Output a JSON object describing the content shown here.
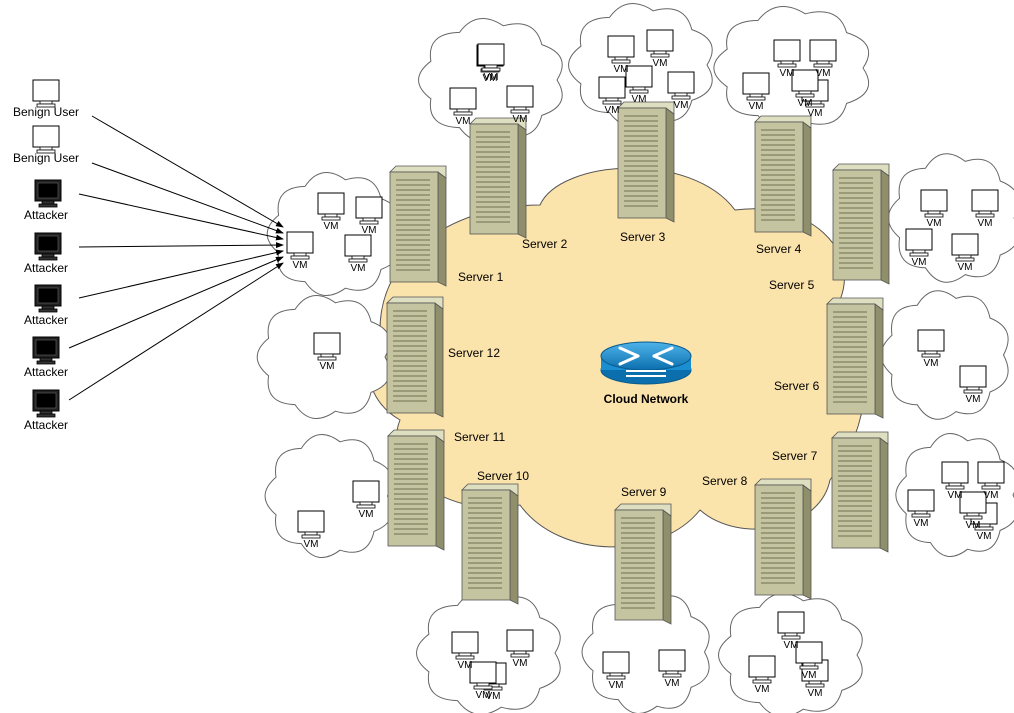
{
  "network": {
    "label": "Cloud Network"
  },
  "vm_label": "VM",
  "users": [
    {
      "label": "Benign User",
      "type": "benign"
    },
    {
      "label": "Benign User",
      "type": "benign"
    },
    {
      "label": "Attacker",
      "type": "attacker"
    },
    {
      "label": "Attacker",
      "type": "attacker"
    },
    {
      "label": "Attacker",
      "type": "attacker"
    },
    {
      "label": "Attacker",
      "type": "attacker"
    },
    {
      "label": "Attacker",
      "type": "attacker"
    }
  ],
  "servers": [
    {
      "label": "Server 1",
      "vm_count": 4
    },
    {
      "label": "Server 2",
      "vm_count": 4
    },
    {
      "label": "Server 3",
      "vm_count": 5
    },
    {
      "label": "Server 4",
      "vm_count": 5
    },
    {
      "label": "Server 5",
      "vm_count": 4
    },
    {
      "label": "Server 6",
      "vm_count": 2
    },
    {
      "label": "Server 7",
      "vm_count": 5
    },
    {
      "label": "Server 8",
      "vm_count": 4
    },
    {
      "label": "Server 9",
      "vm_count": 2
    },
    {
      "label": "Server 10",
      "vm_count": 4
    },
    {
      "label": "Server 11",
      "vm_count": 2
    },
    {
      "label": "Server 12",
      "vm_count": 1
    }
  ],
  "colors": {
    "network_fill": "#fbe3ac",
    "server_body": "#c4c4a0",
    "server_dark": "#8f8f6c",
    "router": "#1a8ed1",
    "attacker_screen": "#000000"
  }
}
